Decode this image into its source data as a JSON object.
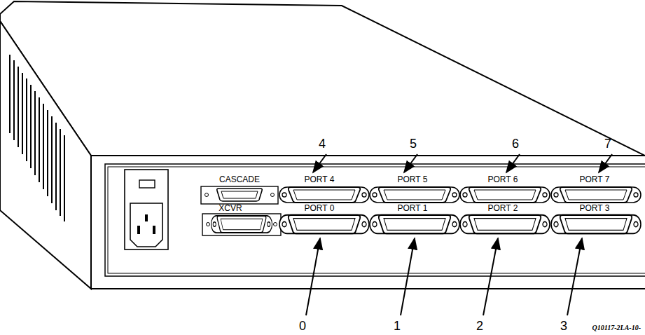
{
  "diagram": {
    "labels": [
      "4",
      "5",
      "6",
      "7",
      "CASCADE",
      "PORT 4",
      "PORT 5",
      "PORT 6",
      "PORT 7",
      "XCVR",
      "PORT 0",
      "PORT 1",
      "PORT 2",
      "PORT 3",
      "0",
      "1",
      "2",
      "3",
      "Q10117-2LA-10-"
    ]
  }
}
